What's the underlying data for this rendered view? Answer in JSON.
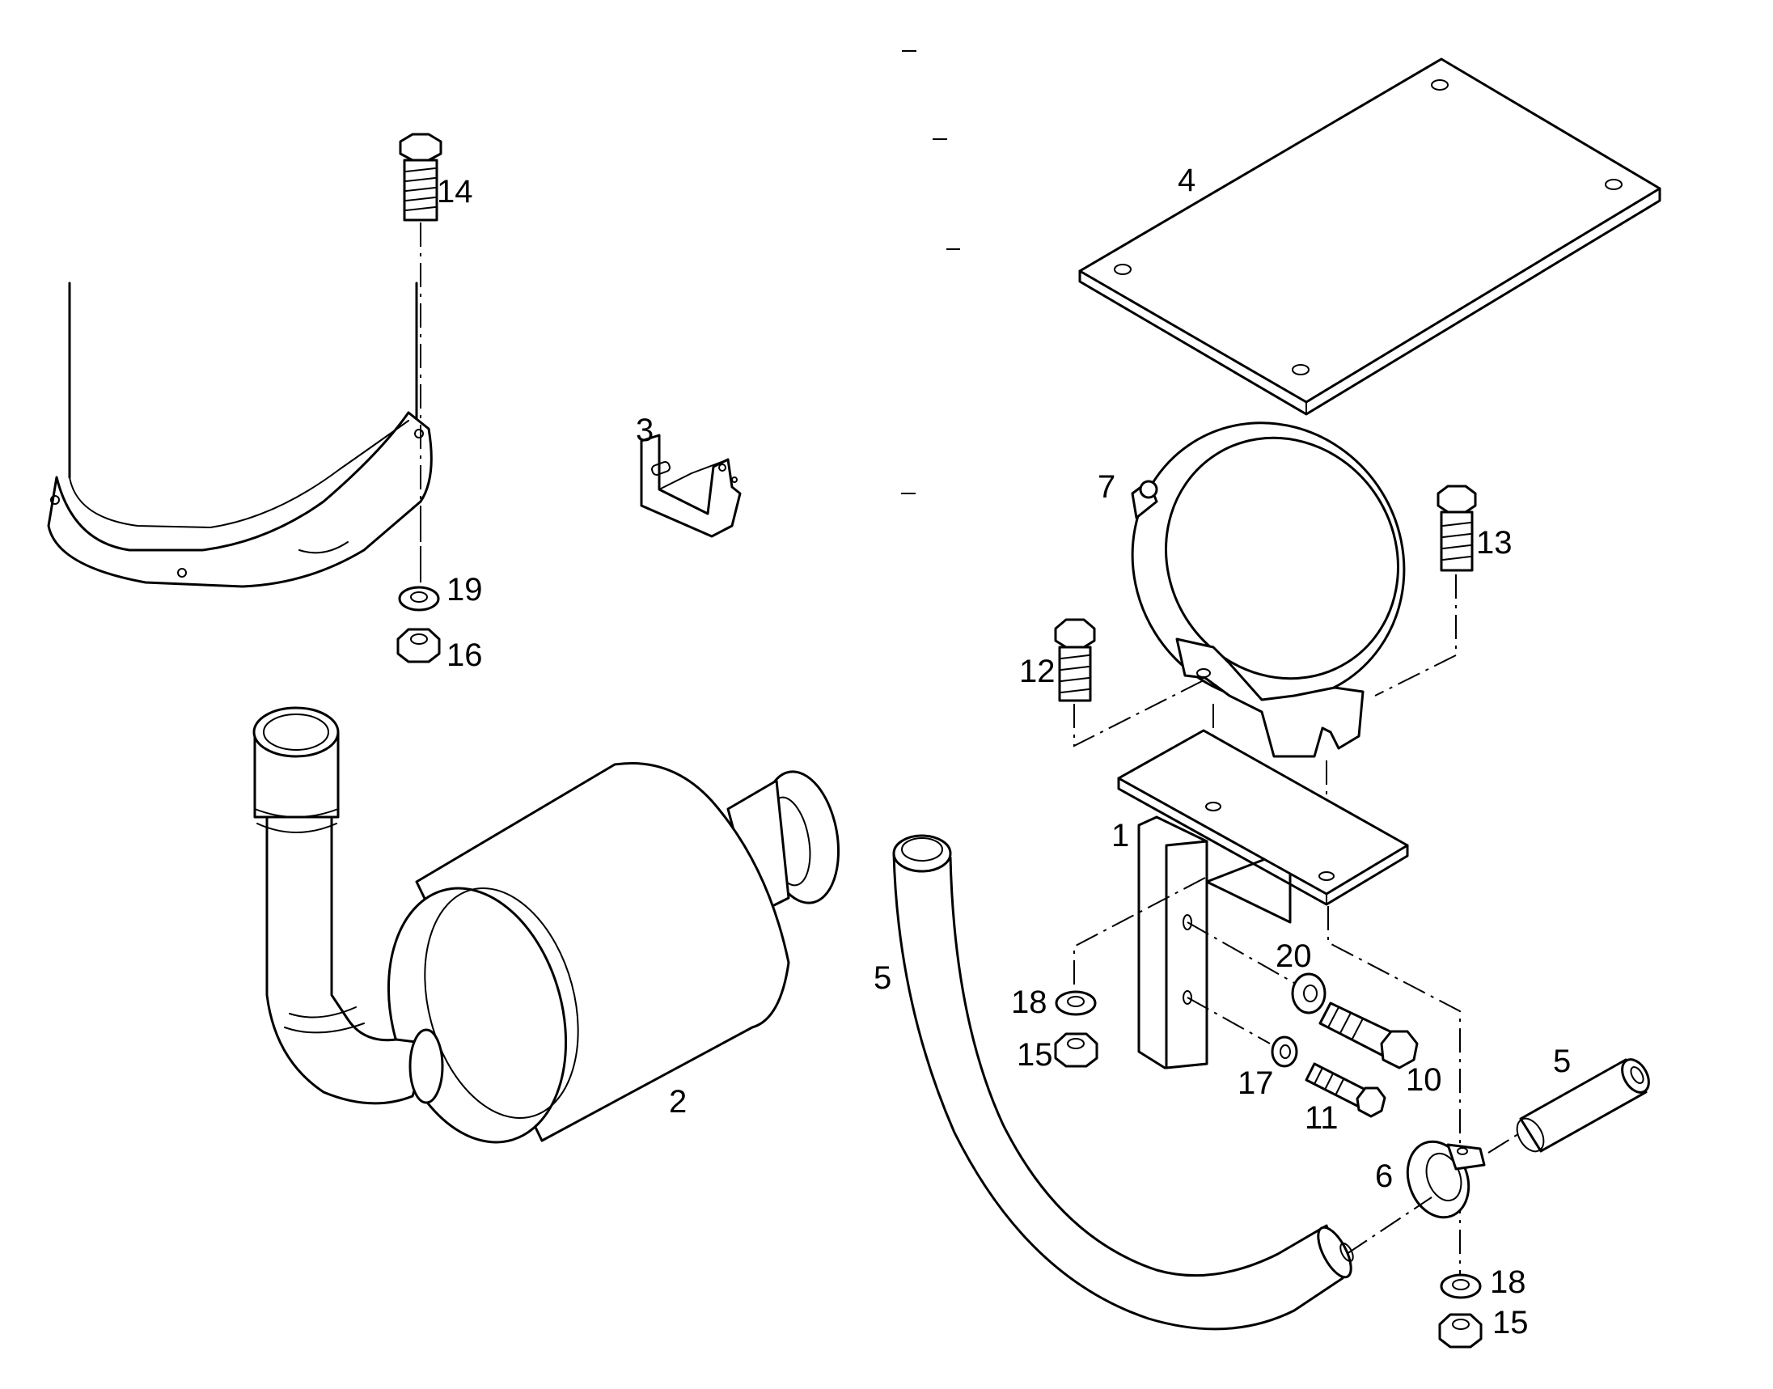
{
  "callouts": [
    {
      "id": "label-14",
      "text": "14"
    },
    {
      "id": "label-19",
      "text": "19"
    },
    {
      "id": "label-16",
      "text": "16"
    },
    {
      "id": "label-3",
      "text": "3"
    },
    {
      "id": "label-4",
      "text": "4"
    },
    {
      "id": "label-7",
      "text": "7"
    },
    {
      "id": "label-13",
      "text": "13"
    },
    {
      "id": "label-12",
      "text": "12"
    },
    {
      "id": "label-1",
      "text": "1"
    },
    {
      "id": "label-2",
      "text": "2"
    },
    {
      "id": "label-5a",
      "text": "5"
    },
    {
      "id": "label-20",
      "text": "20"
    },
    {
      "id": "label-18a",
      "text": "18"
    },
    {
      "id": "label-15a",
      "text": "15"
    },
    {
      "id": "label-10",
      "text": "10"
    },
    {
      "id": "label-17",
      "text": "17"
    },
    {
      "id": "label-11",
      "text": "11"
    },
    {
      "id": "label-5b",
      "text": "5"
    },
    {
      "id": "label-6",
      "text": "6"
    },
    {
      "id": "label-18b",
      "text": "18"
    },
    {
      "id": "label-15b",
      "text": "15"
    }
  ]
}
